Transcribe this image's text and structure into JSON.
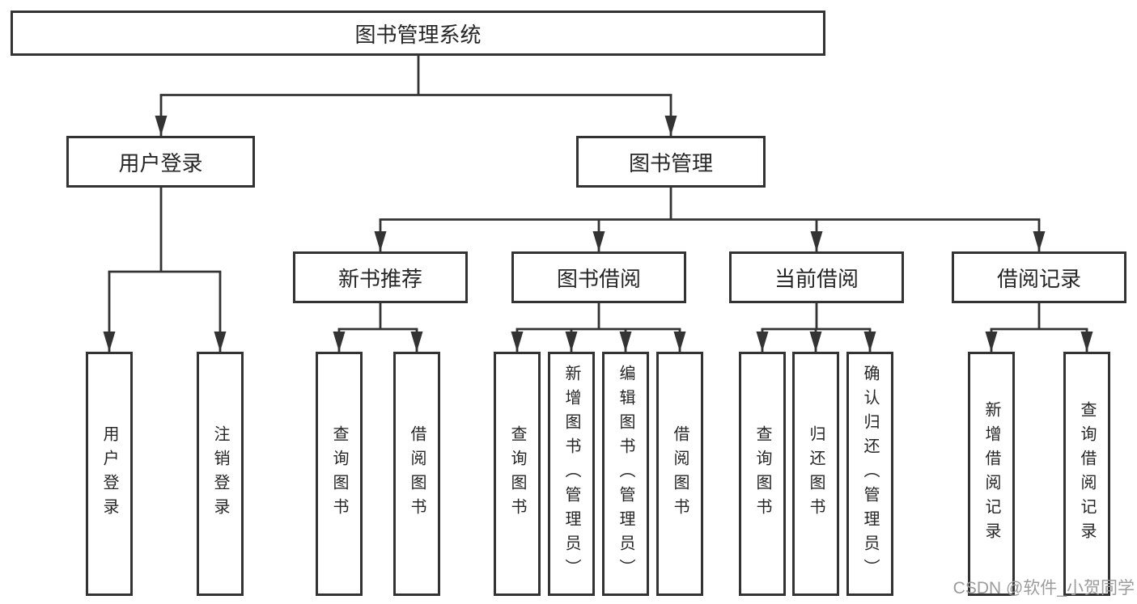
{
  "colors": {
    "line": "#333333",
    "border": "#333333",
    "text": "#262626",
    "background": "#ffffff",
    "watermark": "#9c9c9c"
  },
  "watermark": {
    "text": "CSDN @软件_小贺同学"
  },
  "diagram": {
    "type": "hierarchy-tree",
    "root": {
      "label": "图书管理系统"
    },
    "branches": [
      {
        "label": "用户登录",
        "children": [
          {
            "label": "用户登录"
          },
          {
            "label": "注销登录"
          }
        ]
      },
      {
        "label": "图书管理",
        "children": [
          {
            "label": "新书推荐",
            "children": [
              {
                "label": "查询图书"
              },
              {
                "label": "借阅图书"
              }
            ]
          },
          {
            "label": "图书借阅",
            "children": [
              {
                "label": "查询图书"
              },
              {
                "label": "新增图书（管理员）"
              },
              {
                "label": "编辑图书（管理员）"
              },
              {
                "label": "借阅图书"
              }
            ]
          },
          {
            "label": "当前借阅",
            "children": [
              {
                "label": "查询图书"
              },
              {
                "label": "归还图书"
              },
              {
                "label": "确认归还（管理员）"
              }
            ]
          },
          {
            "label": "借阅记录",
            "children": [
              {
                "label": "新增借阅记录"
              },
              {
                "label": "查询借阅记录"
              }
            ]
          }
        ]
      }
    ]
  }
}
